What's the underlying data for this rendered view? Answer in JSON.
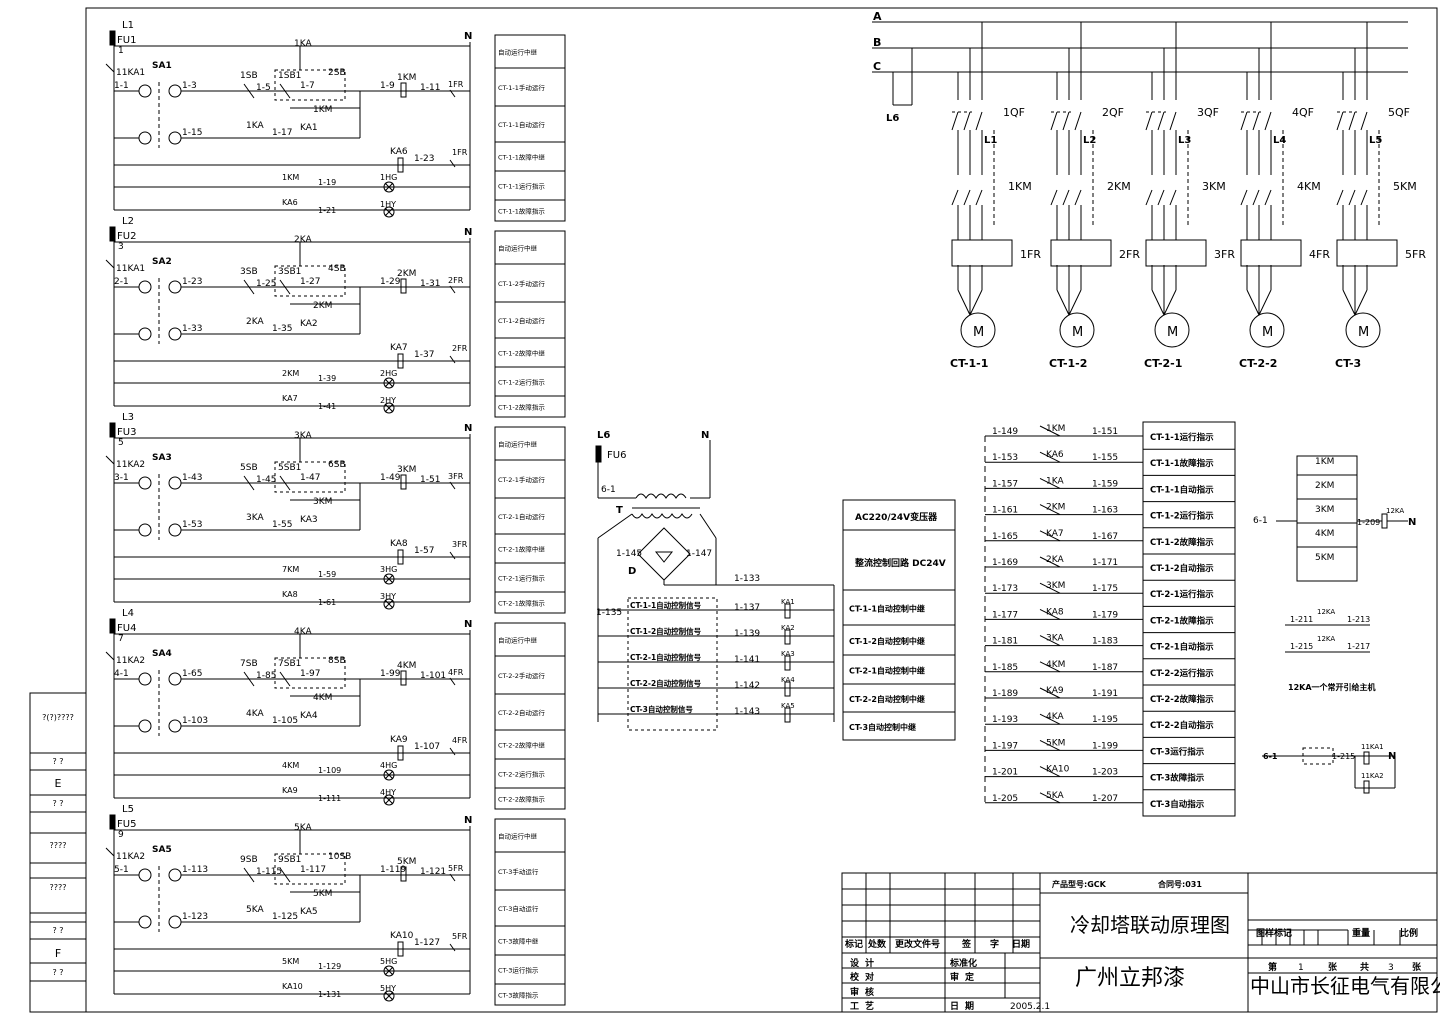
{
  "phases": [
    "A",
    "B",
    "C"
  ],
  "supply_tap": "L6",
  "motors": [
    {
      "breaker": "1QF",
      "feed": "L1",
      "contactor": "1KM",
      "overload": "1FR",
      "name": "CT-1-1"
    },
    {
      "breaker": "2QF",
      "feed": "L2",
      "contactor": "2KM",
      "overload": "2FR",
      "name": "CT-1-2"
    },
    {
      "breaker": "3QF",
      "feed": "L3",
      "contactor": "3KM",
      "overload": "3FR",
      "name": "CT-2-1"
    },
    {
      "breaker": "4QF",
      "feed": "L4",
      "contactor": "4KM",
      "overload": "4FR",
      "name": "CT-2-2"
    },
    {
      "breaker": "5QF",
      "feed": "L5",
      "contactor": "5KM",
      "overload": "5FR",
      "name": "CT-3"
    }
  ],
  "motor_symbol": "M",
  "neutral": "N",
  "circuits": [
    {
      "line": "L1",
      "fuse": "FU1",
      "fuse_no": "1",
      "interlock": "11KA1",
      "interlock_node": "1-1",
      "switch": "SA1",
      "relay": "1KA",
      "stop_btn": "1SB",
      "start_btn": "1SB1",
      "alt_btn": "2SB",
      "contactor": "1KM",
      "overload": "1FR",
      "n_a": "1-3",
      "n_b": "1-5",
      "n_c": "1-7",
      "n_d": "1-9",
      "n_e": "1-11",
      "n_f": "1-15",
      "n_g": "1-17",
      "relay_b": "KA1",
      "aux_relay": "KA6",
      "n_h": "1-23",
      "run_contact": "1KM",
      "n_i": "1-19",
      "run_lamp": "1HG",
      "fault_contact": "KA6",
      "n_j": "1-21",
      "fault_lamp": "1HY",
      "boxes": [
        "自动运行中继",
        "CT-1-1手动运行",
        "CT-1-1自动运行",
        "CT-1-1故障中继",
        "CT-1-1运行指示",
        "CT-1-1故障指示"
      ]
    },
    {
      "line": "L2",
      "fuse": "FU2",
      "fuse_no": "3",
      "interlock": "11KA1",
      "interlock_node": "2-1",
      "switch": "SA2",
      "relay": "2KA",
      "stop_btn": "3SB",
      "start_btn": "3SB1",
      "alt_btn": "4SB",
      "contactor": "2KM",
      "overload": "2FR",
      "n_a": "1-23",
      "n_b": "1-25",
      "n_c": "1-27",
      "n_d": "1-29",
      "n_e": "1-31",
      "n_f": "1-33",
      "n_g": "1-35",
      "relay_b": "KA2",
      "aux_relay": "KA7",
      "n_h": "1-37",
      "run_contact": "2KM",
      "n_i": "1-39",
      "run_lamp": "2HG",
      "fault_contact": "KA7",
      "n_j": "1-41",
      "fault_lamp": "2HY",
      "boxes": [
        "自动运行中继",
        "CT-1-2手动运行",
        "CT-1-2自动运行",
        "CT-1-2故障中继",
        "CT-1-2运行指示",
        "CT-1-2故障指示"
      ]
    },
    {
      "line": "L3",
      "fuse": "FU3",
      "fuse_no": "5",
      "interlock": "11KA2",
      "interlock_node": "3-1",
      "switch": "SA3",
      "relay": "3KA",
      "stop_btn": "5SB",
      "start_btn": "5SB1",
      "alt_btn": "6SB",
      "contactor": "3KM",
      "overload": "3FR",
      "n_a": "1-43",
      "n_b": "1-45",
      "n_c": "1-47",
      "n_d": "1-49",
      "n_e": "1-51",
      "n_f": "1-53",
      "n_g": "1-55",
      "relay_b": "KA3",
      "aux_relay": "KA8",
      "n_h": "1-57",
      "run_contact": "7KM",
      "n_i": "1-59",
      "run_lamp": "3HG",
      "fault_contact": "KA8",
      "n_j": "1-61",
      "fault_lamp": "3HY",
      "boxes": [
        "自动运行中继",
        "CT-2-1手动运行",
        "CT-2-1自动运行",
        "CT-2-1故障中继",
        "CT-2-1运行指示",
        "CT-2-1故障指示"
      ]
    },
    {
      "line": "L4",
      "fuse": "FU4",
      "fuse_no": "7",
      "interlock": "11KA2",
      "interlock_node": "4-1",
      "switch": "SA4",
      "relay": "4KA",
      "stop_btn": "7SB",
      "start_btn": "7SB1",
      "alt_btn": "8SB",
      "contactor": "4KM",
      "overload": "4FR",
      "n_a": "1-65",
      "n_b": "1-85",
      "n_c": "1-97",
      "n_d": "1-99",
      "n_e": "1-101",
      "n_f": "1-103",
      "n_g": "1-105",
      "relay_b": "KA4",
      "aux_relay": "KA9",
      "n_h": "1-107",
      "run_contact": "4KM",
      "n_i": "1-109",
      "run_lamp": "4HG",
      "fault_contact": "KA9",
      "n_j": "1-111",
      "fault_lamp": "4HY",
      "boxes": [
        "自动运行中继",
        "CT-2-2手动运行",
        "CT-2-2自动运行",
        "CT-2-2故障中继",
        "CT-2-2运行指示",
        "CT-2-2故障指示"
      ]
    },
    {
      "line": "L5",
      "fuse": "FU5",
      "fuse_no": "9",
      "interlock": "11KA2",
      "interlock_node": "5-1",
      "switch": "SA5",
      "relay": "5KA",
      "stop_btn": "9SB",
      "start_btn": "9SB1",
      "alt_btn": "10SB",
      "contactor": "5KM",
      "overload": "5FR",
      "n_a": "1-113",
      "n_b": "1-115",
      "n_c": "1-117",
      "n_d": "1-119",
      "n_e": "1-121",
      "n_f": "1-123",
      "n_g": "1-125",
      "relay_b": "KA5",
      "aux_relay": "KA10",
      "n_h": "1-127",
      "run_contact": "5KM",
      "n_i": "1-129",
      "run_lamp": "5HG",
      "fault_contact": "KA10",
      "n_j": "1-131",
      "fault_lamp": "5HY",
      "boxes": [
        "自动运行中继",
        "CT-3手动运行",
        "CT-3自动运行",
        "CT-3故障中继",
        "CT-3运行指示",
        "CT-3故障指示"
      ]
    }
  ],
  "dc_supply": {
    "line": "L6",
    "fuse": "FU6",
    "neutral": "N",
    "node_in": "6-1",
    "transformer": "T",
    "rectifier": "D",
    "node_plus": "1-145",
    "node_minus": "1-147",
    "node_bus": "1-133",
    "node_ret": "1-135",
    "signals": [
      {
        "label": "CT-1-1自动控制信号",
        "node": "1-137",
        "relay": "KA1"
      },
      {
        "label": "CT-1-2自动控制信号",
        "node": "1-139",
        "relay": "KA2"
      },
      {
        "label": "CT-2-1自动控制信号",
        "node": "1-141",
        "relay": "KA3"
      },
      {
        "label": "CT-2-2自动控制信号",
        "node": "1-142",
        "relay": "KA4"
      },
      {
        "label": "CT-3自动控制信号",
        "node": "1-143",
        "relay": "KA5"
      }
    ],
    "boxes": [
      "AC220/24V变压器",
      "整流控制回路 DC24V",
      "CT-1-1自动控制中继",
      "CT-1-2自动控制中继",
      "CT-2-1自动控制中继",
      "CT-2-2自动控制中继",
      "CT-3自动控制中继"
    ]
  },
  "terminals": [
    {
      "in": "1-149",
      "dev": "1KM",
      "out": "1-151",
      "label": "CT-1-1运行指示"
    },
    {
      "in": "1-153",
      "dev": "KA6",
      "out": "1-155",
      "label": "CT-1-1故障指示"
    },
    {
      "in": "1-157",
      "dev": "1KA",
      "out": "1-159",
      "label": "CT-1-1自动指示"
    },
    {
      "in": "1-161",
      "dev": "2KM",
      "out": "1-163",
      "label": "CT-1-2运行指示"
    },
    {
      "in": "1-165",
      "dev": "KA7",
      "out": "1-167",
      "label": "CT-1-2故障指示"
    },
    {
      "in": "1-169",
      "dev": "2KA",
      "out": "1-171",
      "label": "CT-1-2自动指示"
    },
    {
      "in": "1-173",
      "dev": "3KM",
      "out": "1-175",
      "label": "CT-2-1运行指示"
    },
    {
      "in": "1-177",
      "dev": "KA8",
      "out": "1-179",
      "label": "CT-2-1故障指示"
    },
    {
      "in": "1-181",
      "dev": "3KA",
      "out": "1-183",
      "label": "CT-2-1自动指示"
    },
    {
      "in": "1-185",
      "dev": "4KM",
      "out": "1-187",
      "label": "CT-2-2运行指示"
    },
    {
      "in": "1-189",
      "dev": "KA9",
      "out": "1-191",
      "label": "CT-2-2故障指示"
    },
    {
      "in": "1-193",
      "dev": "4KA",
      "out": "1-195",
      "label": "CT-2-2自动指示"
    },
    {
      "in": "1-197",
      "dev": "5KM",
      "out": "1-199",
      "label": "CT-3运行指示"
    },
    {
      "in": "1-201",
      "dev": "KA10",
      "out": "1-203",
      "label": "CT-3故障指示"
    },
    {
      "in": "1-205",
      "dev": "5KA",
      "out": "1-207",
      "label": "CT-3自动指示"
    }
  ],
  "aux": {
    "contacts": [
      "1KM",
      "2KM",
      "3KM",
      "4KM",
      "5KM"
    ],
    "node_in": "6-1",
    "node_coil": "1-209",
    "coil": "12KA",
    "neutral": "N",
    "c1_in": "1-211",
    "c1_dev": "12KA",
    "c1_out": "1-213",
    "c2_in": "1-215",
    "c2_dev": "12KA",
    "c2_out": "1-217",
    "note": "12KA一个常开引给主机",
    "node2_in": "6-1",
    "node2_out": "1-215",
    "coil_a": "11KA1",
    "coil_b": "11KA2",
    "neutral2": "N"
  },
  "margin_cells": [
    "?(?)????",
    "?  ?",
    "E",
    "?  ?",
    "????",
    "????",
    "?  ?",
    "F",
    "?  ?"
  ],
  "title_block": {
    "product_label": "产品型号:GCK",
    "contract_label": "合同号:031",
    "drawing_title": "冷却塔联动原理图",
    "customer": "广州立邦漆",
    "rev_headers": [
      "标记",
      "处数",
      "更改文件号",
      "签",
      "字",
      "日期"
    ],
    "roles": [
      "设计",
      "校对",
      "审核",
      "工艺"
    ],
    "approvals": [
      "标准化",
      "审定",
      "日期"
    ],
    "date": "2005.2.1",
    "stage_label": "图样标记",
    "weight_label": "重量",
    "scale_label": "比例",
    "sheet_label": "第",
    "sheet_no": "1",
    "sheet_unit": "张",
    "total_label": "共",
    "total_no": "3",
    "total_unit": "张",
    "company": "中山市长征电气有限公司"
  }
}
